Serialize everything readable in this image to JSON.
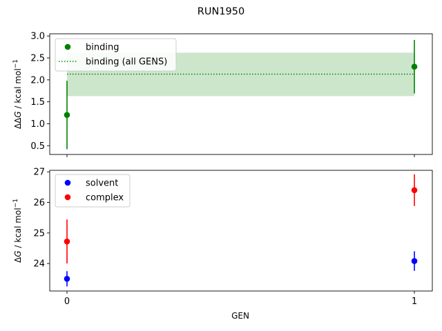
{
  "chart_data": {
    "title": "RUN1950",
    "xlabel": "GEN",
    "x_ticks": [
      "0",
      "1"
    ],
    "x": [
      0,
      1
    ],
    "panels": [
      {
        "type": "scatter",
        "ylabel_prefix": "ΔΔ",
        "ylabel_var": "G",
        "ylabel_unit": " / kcal mol",
        "ylabel_sup": "−1",
        "ylim": [
          0.3,
          3.05
        ],
        "yticks": [
          "0.5",
          "1.0",
          "1.5",
          "2.0",
          "2.5",
          "3.0"
        ],
        "ytick_values": [
          0.5,
          1.0,
          1.5,
          2.0,
          2.5,
          3.0
        ],
        "legend_position": "top-left",
        "series": [
          {
            "name": "binding",
            "kind": "points",
            "color": "#008000",
            "values": [
              1.2,
              2.3
            ],
            "errors": [
              0.78,
              0.61
            ]
          },
          {
            "name": "binding (all GENS)",
            "kind": "dotted-line-band",
            "color": "#008000",
            "value": 2.13,
            "band": [
              1.63,
              2.62
            ],
            "band_color": "rgba(0,128,0,0.2)"
          }
        ]
      },
      {
        "type": "scatter",
        "ylabel_prefix": "Δ",
        "ylabel_var": "G",
        "ylabel_unit": " / kcal mol",
        "ylabel_sup": "−1",
        "ylim": [
          23.1,
          27.05
        ],
        "yticks": [
          "24",
          "25",
          "26",
          "27"
        ],
        "ytick_values": [
          24,
          25,
          26,
          27
        ],
        "legend_position": "top-left",
        "series": [
          {
            "name": "solvent",
            "kind": "points",
            "color": "#0000ff",
            "values": [
              23.5,
              24.08
            ],
            "errors": [
              0.25,
              0.32
            ]
          },
          {
            "name": "complex",
            "kind": "points",
            "color": "#ff0000",
            "values": [
              24.72,
              26.4
            ],
            "errors": [
              0.72,
              0.52
            ]
          }
        ]
      }
    ]
  }
}
